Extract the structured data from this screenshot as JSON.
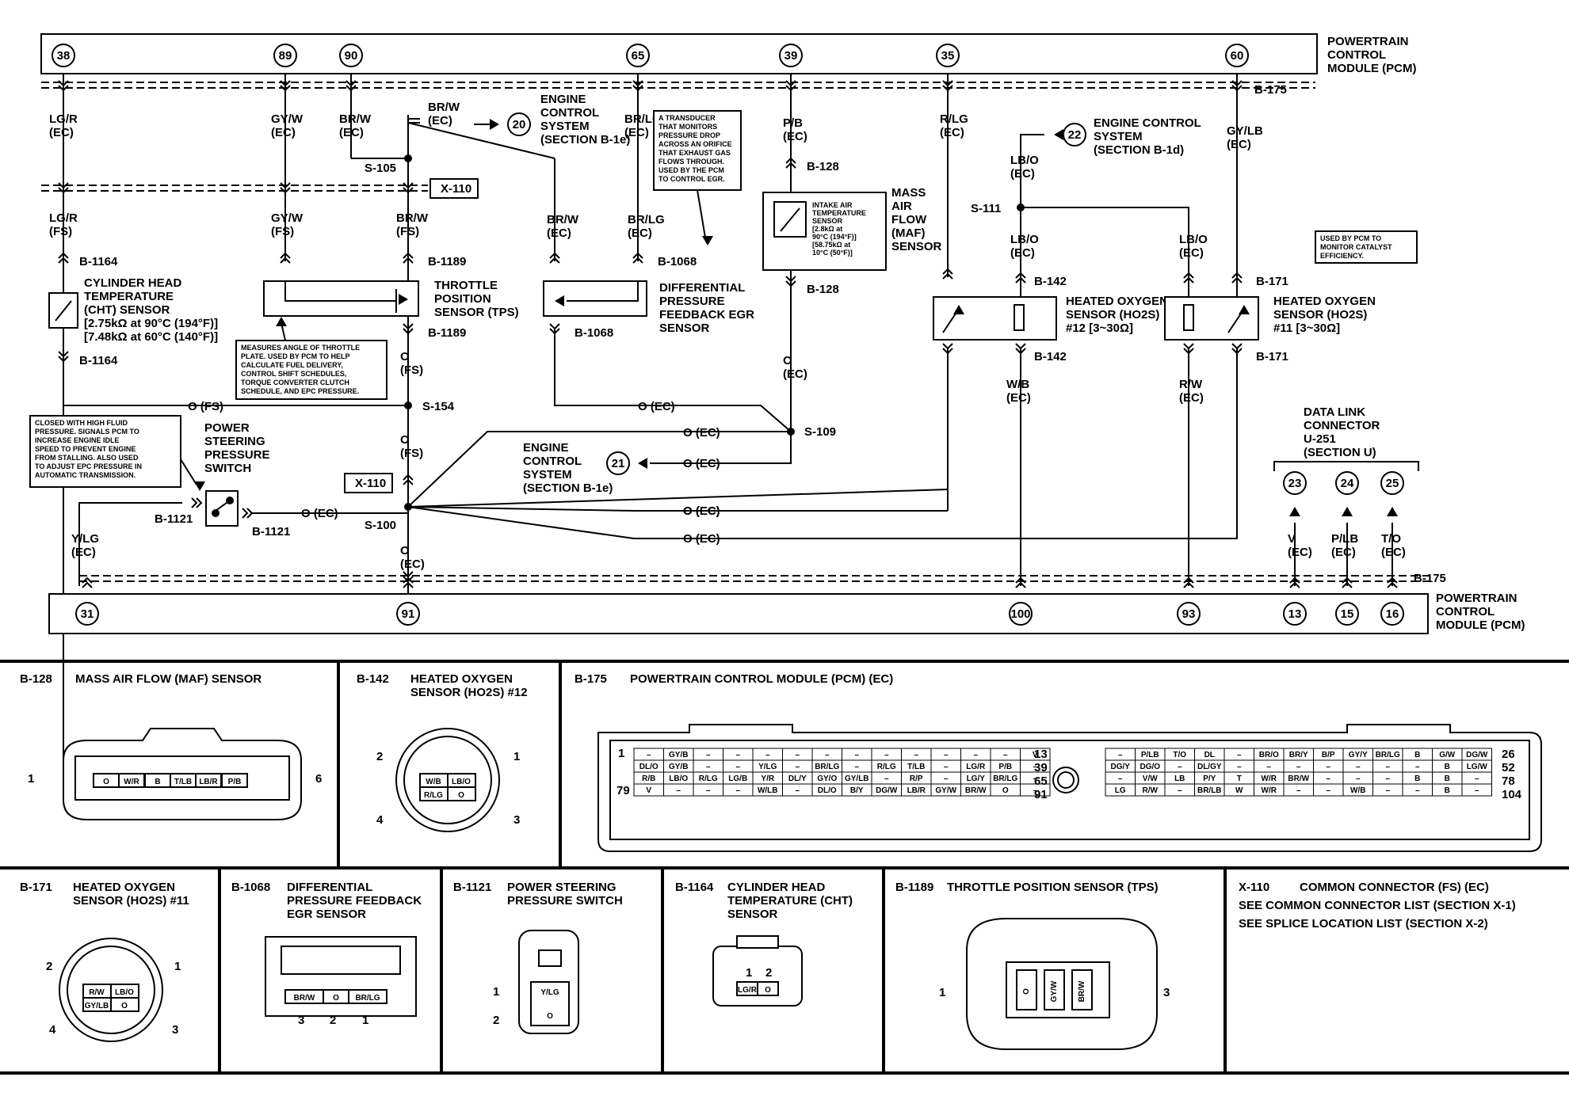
{
  "pcm_top": {
    "label_lines": [
      "POWERTRAIN",
      "CONTROL",
      "MODULE (PCM)"
    ],
    "pins": [
      "38",
      "89",
      "90",
      "65",
      "39",
      "35",
      "60"
    ],
    "connector": "B-175"
  },
  "pcm_bottom": {
    "label_lines": [
      "POWERTRAIN",
      "CONTROL",
      "MODULE (PCM)"
    ],
    "pins": [
      "31",
      "91",
      "100",
      "93",
      "13",
      "15",
      "16"
    ],
    "connector": "B-175"
  },
  "wires": {
    "lgr_ec": [
      "LG/R",
      "(EC)"
    ],
    "lgr_fs": [
      "LG/R",
      "(FS)"
    ],
    "gyw_ec": [
      "GY/W",
      "(EC)"
    ],
    "gyw_fs": [
      "GY/W",
      "(FS)"
    ],
    "brw_ec": [
      "BR/W",
      "(EC)"
    ],
    "brw_fs": [
      "BR/W",
      "(FS)"
    ],
    "brw_ec2": [
      "BR/W",
      "(EC)"
    ],
    "brw_ec3": [
      "BR/W",
      "(EC)"
    ],
    "brlg_ec": [
      "BR/LG",
      "(EC)"
    ],
    "pb_ec": [
      "P/B",
      "(EC)"
    ],
    "o_ec_maf": [
      "O",
      "(EC)"
    ],
    "rlg_ec": [
      "R/LG",
      "(EC)"
    ],
    "lbo_ec1": [
      "LB/O",
      "(EC)"
    ],
    "lbo_ec2": [
      "LB/O",
      "(EC)"
    ],
    "lbo_ec3": [
      "LB/O",
      "(EC)"
    ],
    "gylb_ec": [
      "GY/LB",
      "(EC)"
    ],
    "wb_ec": [
      "W/B",
      "(EC)"
    ],
    "rw_ec": [
      "R/W",
      "(EC)"
    ],
    "o_fs_a": [
      "O",
      "(FS)"
    ],
    "o_fs_b": [
      "O",
      "(FS)"
    ],
    "o_ec_b": [
      "O",
      "(EC)"
    ],
    "ylg_ec": [
      "Y/LG",
      "(EC)"
    ],
    "o_fs_h": "O (FS)",
    "o_ec_h1": "O (EC)",
    "o_ec_h2": "O (EC)",
    "o_ec_h3": "O (EC)",
    "o_ec_h4": "O (EC)",
    "o_ec_h5": "O (EC)",
    "o_ec_h6": "O (EC)",
    "v_ec": [
      "V",
      "(EC)"
    ],
    "plb_ec": [
      "P/LB",
      "(EC)"
    ],
    "to_ec": [
      "T/O",
      "(EC)"
    ]
  },
  "splices": {
    "s105": "S-105",
    "s154": "S-154",
    "s109": "S-109",
    "s100": "S-100",
    "s111": "S-111",
    "x110a": "X-110",
    "x110b": "X-110"
  },
  "connectors": {
    "b1164a": "B-1164",
    "b1164b": "B-1164",
    "b1189a": "B-1189",
    "b1189b": "B-1189",
    "b1068a": "B-1068",
    "b1068b": "B-1068",
    "b128a": "B-128",
    "b128b": "B-128",
    "b142a": "B-142",
    "b142b": "B-142",
    "b171a": "B-171",
    "b171b": "B-171",
    "b175a": "B-175",
    "b175b": "B-175",
    "b1121a": "B-1121",
    "b1121b": "B-1121"
  },
  "refs": {
    "r20": {
      "num": "20",
      "lines": [
        "ENGINE",
        "CONTROL",
        "SYSTEM",
        "(SECTION B-1e)"
      ]
    },
    "r22": {
      "num": "22",
      "lines": [
        "ENGINE CONTROL",
        "SYSTEM",
        "(SECTION B-1d)"
      ]
    },
    "r21": {
      "num": "21",
      "lines": [
        "ENGINE",
        "CONTROL",
        "SYSTEM",
        "(SECTION B-1e)"
      ]
    },
    "dlc": {
      "lines": [
        "DATA LINK",
        "CONNECTOR",
        "U-251",
        "(SECTION U)"
      ],
      "pins": [
        "23",
        "24",
        "25"
      ]
    }
  },
  "components": {
    "cht": [
      "CYLINDER HEAD",
      "TEMPERATURE",
      "(CHT)  SENSOR",
      "[2.75kΩ at 90°C (194°F)]",
      "[7.48kΩ at 60°C (140°F)]"
    ],
    "tps": [
      "THROTTLE",
      "POSITION",
      "SENSOR  (TPS)"
    ],
    "egr": [
      "DIFFERENTIAL",
      "PRESSURE",
      "FEEDBACK EGR",
      "SENSOR"
    ],
    "maf": [
      "MASS",
      "AIR",
      "FLOW",
      "(MAF)",
      "SENSOR"
    ],
    "iat": [
      "INTAKE AIR",
      "TEMPERATURE",
      "SENSOR",
      "[2.8kΩ at",
      "90°C (194°F)]",
      "[58.75kΩ at",
      "10°C (50°F)]"
    ],
    "ho2s12": [
      "HEATED OXYGEN",
      "SENSOR (HO2S)",
      "#12 [3~30Ω]"
    ],
    "ho2s11": [
      "HEATED OXYGEN",
      "SENSOR (HO2S)",
      "#11 [3~30Ω]"
    ],
    "pss": [
      "POWER",
      "STEERING",
      "PRESSURE",
      "SWITCH"
    ]
  },
  "notes": {
    "egr_note": [
      "A TRANSDUCER",
      "THAT MONITORS",
      "PRESSURE DROP",
      "ACROSS AN ORIFICE",
      "THAT EXHAUST GAS",
      "FLOWS THROUGH.",
      "USED BY THE PCM",
      "TO CONTROL EGR."
    ],
    "tps_note": [
      "MEASURES ANGLE OF THROTTLE",
      "PLATE. USED BY PCM TO HELP",
      "CALCULATE FUEL DELIVERY,",
      "CONTROL SHIFT SCHEDULES,",
      "TORQUE CONVERTER CLUTCH",
      "SCHEDULE, AND EPC PRESSURE."
    ],
    "pss_note": [
      "CLOSED WITH HIGH FLUID",
      "PRESSURE. SIGNALS PCM TO",
      "INCREASE ENGINE IDLE",
      "SPEED TO PREVENT ENGINE",
      "FROM STALLING. ALSO USED",
      "TO ADJUST EPC PRESSURE IN",
      "AUTOMATIC TRANSMISSION."
    ],
    "ho2s_note": [
      "USED BY PCM TO",
      "MONITOR CATALYST",
      "EFFICIENCY."
    ]
  },
  "views": {
    "b128": {
      "id": "B-128",
      "title": [
        "MASS AIR FLOW (MAF) SENSOR"
      ],
      "cells": [
        "O",
        "W/R",
        "B",
        "T/LB",
        "LB/R",
        "P/B"
      ],
      "pin_left": "1",
      "pin_right": "6"
    },
    "b142": {
      "id": "B-142",
      "title": [
        "HEATED OXYGEN",
        "SENSOR (HO2S) #12"
      ],
      "cells": [
        "W/B",
        "LB/O",
        "R/LG",
        "O"
      ],
      "pins": [
        "2",
        "1",
        "4",
        "3"
      ]
    },
    "b175": {
      "id": "B-175",
      "title": [
        "POWERTRAIN CONTROL MODULE (PCM) (EC)"
      ],
      "left_rows": [
        [
          "–",
          "GY/B",
          "–",
          "–",
          "–",
          "–",
          "–",
          "–",
          "–",
          "–",
          "–",
          "–",
          "–",
          "V"
        ],
        [
          "DL/O",
          "GY/B",
          "–",
          "–",
          "Y/LG",
          "–",
          "BR/LG",
          "–",
          "R/LG",
          "T/LB",
          "–",
          "LG/R",
          "P/B",
          "–"
        ],
        [
          "R/B",
          "LB/O",
          "R/LG",
          "LG/B",
          "Y/R",
          "DL/Y",
          "GY/O",
          "GY/LB",
          "–",
          "R/P",
          "–",
          "LG/Y",
          "BR/LG",
          "–"
        ],
        [
          "V",
          "–",
          "–",
          "–",
          "W/LB",
          "–",
          "DL/O",
          "B/Y",
          "DG/W",
          "LB/R",
          "GY/W",
          "BR/W",
          "O",
          "–"
        ]
      ],
      "right_rows": [
        [
          "–",
          "P/LB",
          "T/O",
          "DL",
          "–",
          "BR/O",
          "BR/Y",
          "B/P",
          "GY/Y",
          "BR/LG",
          "B",
          "G/W",
          "DG/W"
        ],
        [
          "DG/Y",
          "DG/O",
          "–",
          "DL/GY",
          "–",
          "–",
          "–",
          "–",
          "–",
          "–",
          "–",
          "B",
          "LG/W"
        ],
        [
          "–",
          "V/W",
          "LB",
          "P/Y",
          "T",
          "W/R",
          "BR/W",
          "–",
          "–",
          "–",
          "B",
          "B",
          "–"
        ],
        [
          "LG",
          "R/W",
          "–",
          "BR/LB",
          "W",
          "W/R",
          "–",
          "–",
          "W/B",
          "–",
          "–",
          "B",
          "–"
        ]
      ],
      "left_nums": [
        "1",
        "79"
      ],
      "mid_nums": [
        "13",
        "39",
        "65",
        "91"
      ],
      "right_nums": [
        "26",
        "52",
        "78",
        "104"
      ]
    },
    "b171": {
      "id": "B-171",
      "title": [
        "HEATED OXYGEN",
        "SENSOR (HO2S) #11"
      ],
      "cells": [
        "R/W",
        "LB/O",
        "GY/LB",
        "O"
      ],
      "pins": [
        "2",
        "1",
        "4",
        "3"
      ]
    },
    "b1068": {
      "id": "B-1068",
      "title": [
        "DIFFERENTIAL",
        "PRESSURE FEEDBACK",
        "EGR SENSOR"
      ],
      "cells": [
        "BR/W",
        "O",
        "BR/LG"
      ],
      "pins": [
        "3",
        "2",
        "1"
      ]
    },
    "b1121": {
      "id": "B-1121",
      "title": [
        "POWER STEERING",
        "PRESSURE SWITCH"
      ],
      "cells": [
        "Y/LG",
        "O"
      ],
      "pins": [
        "1",
        "2"
      ]
    },
    "b1164": {
      "id": "B-1164",
      "title": [
        "CYLINDER HEAD",
        "TEMPERATURE (CHT)",
        "SENSOR"
      ],
      "cells": [
        "LG/R",
        "O"
      ],
      "pins": [
        "1",
        "2"
      ]
    },
    "b1189": {
      "id": "B-1189",
      "title": [
        "THROTTLE POSITION SENSOR (TPS)"
      ],
      "cells": [
        "O",
        "GY/W",
        "BR/W"
      ],
      "pins": [
        "1",
        "3"
      ]
    },
    "x110": {
      "id": "X-110",
      "lines": [
        "COMMON CONNECTOR (FS)  (EC)",
        "SEE COMMON CONNECTOR LIST (SECTION X-1)",
        "SEE SPLICE LOCATION LIST (SECTION X-2)"
      ]
    }
  }
}
